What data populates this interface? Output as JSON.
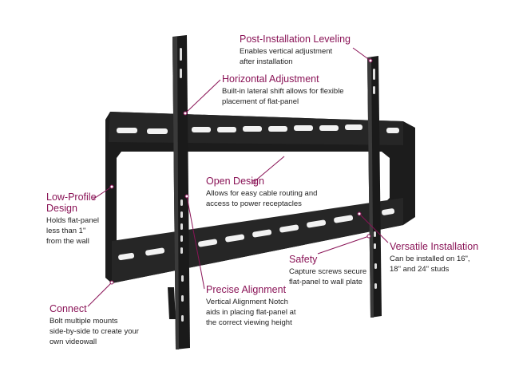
{
  "colors": {
    "accent": "#8a1457",
    "bracket": "#1c1c1c",
    "bracket_highlight": "#3a3a3a",
    "slot": "#f2f2f2",
    "text": "#222222"
  },
  "callouts": {
    "post_installation_leveling": {
      "title": "Post-Installation Leveling",
      "desc": "Enables vertical adjustment\nafter installation"
    },
    "horizontal_adjustment": {
      "title": "Horizontal Adjustment",
      "desc": "Built-in lateral shift allows for flexible\nplacement of flat-panel"
    },
    "open_design": {
      "title": "Open Design",
      "desc": "Allows for easy cable routing and\naccess to power receptacles"
    },
    "low_profile_design": {
      "title": "Low-Profile\nDesign",
      "desc": "Holds flat-panel\nless than 1\"\nfrom the wall"
    },
    "versatile_installation": {
      "title": "Versatile Installation",
      "desc": "Can be installed on 16\",\n18\" and 24\" studs"
    },
    "safety": {
      "title": "Safety",
      "desc": "Capture screws secure\nflat-panel to wall plate"
    },
    "precise_alignment": {
      "title": "Precise Alignment",
      "desc": "Vertical Alignment Notch\naids in placing flat-panel at\nthe correct viewing height"
    },
    "connect": {
      "title": "Connect",
      "desc": "Bolt multiple mounts\nside-by-side to create your\nown videowall"
    }
  }
}
